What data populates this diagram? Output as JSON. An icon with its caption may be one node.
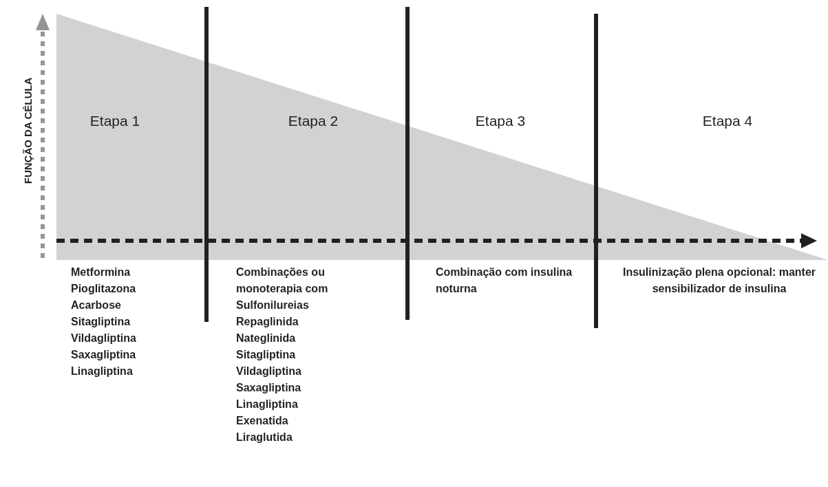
{
  "diagram": {
    "labels": [
      "FUNÇÃO DA CÉLULA",
      "Etapa 1",
      "Etapa 2",
      "Etapa 3",
      "Etapa 4",
      "Metformina",
      "Pioglitazona",
      "Acarbose",
      "Sitagliptina",
      "Vildagliptina",
      "Saxagliptina",
      "Linagliptina",
      "Combinações ou monoterapia com",
      "Sulfonilureias",
      "Repaglinida",
      "Nateglinida",
      "Sitagliptina",
      "Vildagliptina",
      "Saxagliptina",
      "Linagliptina",
      "Exenatida",
      "Liraglutida",
      "Combinação com insulina noturna",
      "Insulinização plena opcional: manter sensibilizador de insulina"
    ]
  }
}
